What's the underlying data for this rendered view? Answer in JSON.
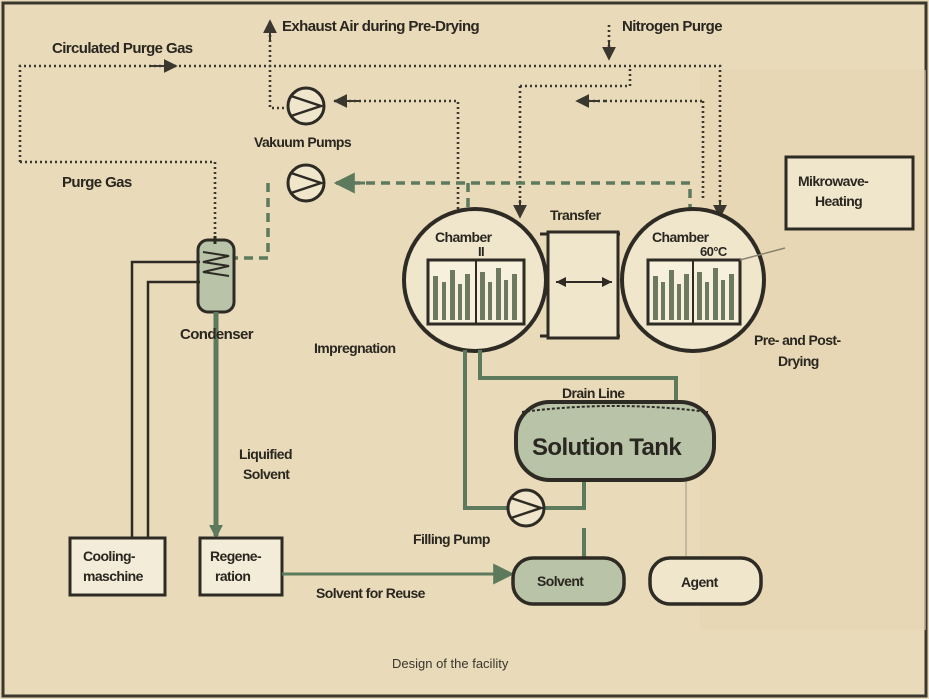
{
  "labels": {
    "circulated_purge_gas": "Circulated Purge Gas",
    "exhaust_air": "Exhaust Air during Pre-Drying",
    "nitrogen_purge": "Nitrogen Purge",
    "vacuum_pumps": "Vakuum Pumps",
    "purge_gas": "Purge Gas",
    "microwave_line1": "Mikrowave-",
    "microwave_line2": "Heating",
    "transfer": "Transfer",
    "chamber_left_line1": "Chamber",
    "chamber_left_line2": "II",
    "chamber_right_line1": "Chamber",
    "chamber_right_line2": "60°C",
    "condenser": "Condenser",
    "impregnation": "Impregnation",
    "pre_post_line1": "Pre- and Post-",
    "pre_post_line2": "Drying",
    "drain_line": "Drain Line",
    "solution_tank": "Solution Tank",
    "liquified_line1": "Liquified",
    "liquified_line2": "Solvent",
    "filling_pump": "Filling Pump",
    "cooling_line1": "Cooling-",
    "cooling_line2": "maschine",
    "regeneration_line1": "Regene-",
    "regeneration_line2": "ration",
    "solvent_for_reuse": "Solvent for Reuse",
    "solvent": "Solvent",
    "agent": "Agent"
  },
  "caption": "Design of the facility",
  "colors": {
    "background": "#e9dbb9",
    "line": "#3a372f",
    "green_line": "#5d7a5d",
    "fill_green": "#b9c3a7",
    "paper_light": "#f3ecd8"
  }
}
